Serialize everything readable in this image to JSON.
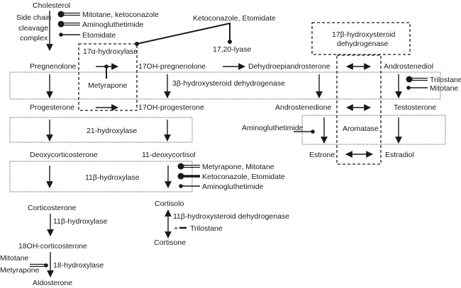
{
  "compounds": {
    "cholesterol": "Cholesterol",
    "pregnenolone": "Pregnenolone",
    "oh17_pregnenolone": "17OH-pregnenolone",
    "dhea": "Dehydroepiandrosterone",
    "androstenediol": "Androstenediol",
    "progesterone": "Progesterone",
    "oh17_progesterone": "17OH-progesterone",
    "androstenedione": "Androstenedione",
    "testosterone": "Testosterone",
    "estrone": "Estrone",
    "estradiol": "Estradiol",
    "deoxycorticosterone": "Deoxycorticosterone",
    "deoxycortisol": "11-deoxycortisol",
    "corticosterone": "Corticosterone",
    "oh18_corticosterone": "18OH-corticosterone",
    "aldosterone": "Aldosterone",
    "cortisolo": "Cortisolo",
    "cortisone": "Cortisone"
  },
  "enzymes": {
    "side_chain_1": "Side chain",
    "side_chain_2": "cleavage",
    "side_chain_3": "complex",
    "hydroxylase_17a": "17α-hydroxylase",
    "lyase_17_20": "17,20-lyase",
    "hsd17b_1": "17β-hydroxysteroid",
    "hsd17b_2": "dehydrogenase",
    "hsd3b": "3β-hydroxysteroid dehydrogenase",
    "hydroxylase_21": "21-hydroxylase",
    "aromatase": "Aromatase",
    "hydroxylase_11b_box": "11β-hydroxylase",
    "hydroxylase_11b": "11β-hydroxylase",
    "hydroxylase_18": "18-hydroxylase",
    "hsd11b": "11β-hydroxysteroid dehydrogenase"
  },
  "inhibitors": {
    "scc_1": "Mitotane, ketoconazole",
    "scc_2": "Aminogluthetimide",
    "scc_3": "Etomidate",
    "lyase": "Ketoconazole, Etomidate",
    "hydroxylase_17a": "Metyrapone",
    "hsd3b_1": "Trilostane",
    "hsd3b_2": "Mitotane",
    "aromatase": "Aminogluthetimide",
    "hydroxylase_11b_1": "Metyrapone, Mitotane",
    "hydroxylase_11b_2": "Ketoconazole, Etomidate",
    "hydroxylase_11b_3": "Aminogluthetimide",
    "hydroxylase_18_1": "Mitotane",
    "hydroxylase_18_2": "Metyrapone",
    "hsd11b_sign": "+",
    "hsd11b": "Trilostane"
  }
}
